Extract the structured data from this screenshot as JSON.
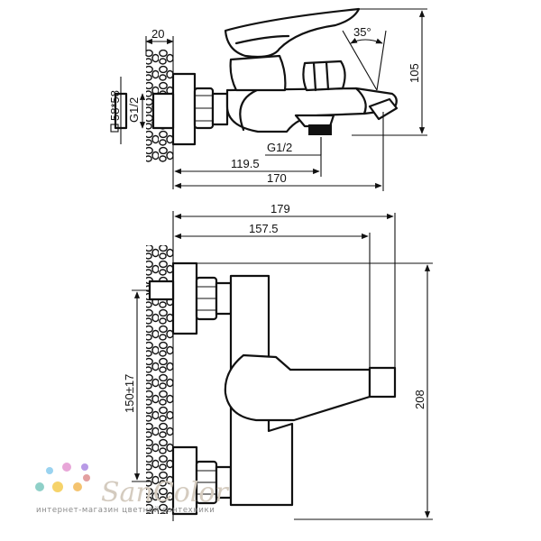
{
  "dimensions": {
    "wall_thickness": "20",
    "flange_size": "58*58",
    "inlet_thread": "G1/2",
    "handle_angle": "35°",
    "height": "105",
    "outlet_thread": "G1/2",
    "spout_offset": "119.5",
    "overall_depth": "170",
    "overall_length": "179",
    "handle_length": "157.5",
    "center_distance": "150±17",
    "total_height": "208"
  },
  "watermark": {
    "brand": "SanColor",
    "tagline": "интернет-магазин цветной сантехники",
    "dot_colors": [
      "#e8a6d8",
      "#9ad3f0",
      "#f6d36a",
      "#b89ae6",
      "#f4c36f",
      "#8fd0c8",
      "#e3a0a0"
    ]
  }
}
